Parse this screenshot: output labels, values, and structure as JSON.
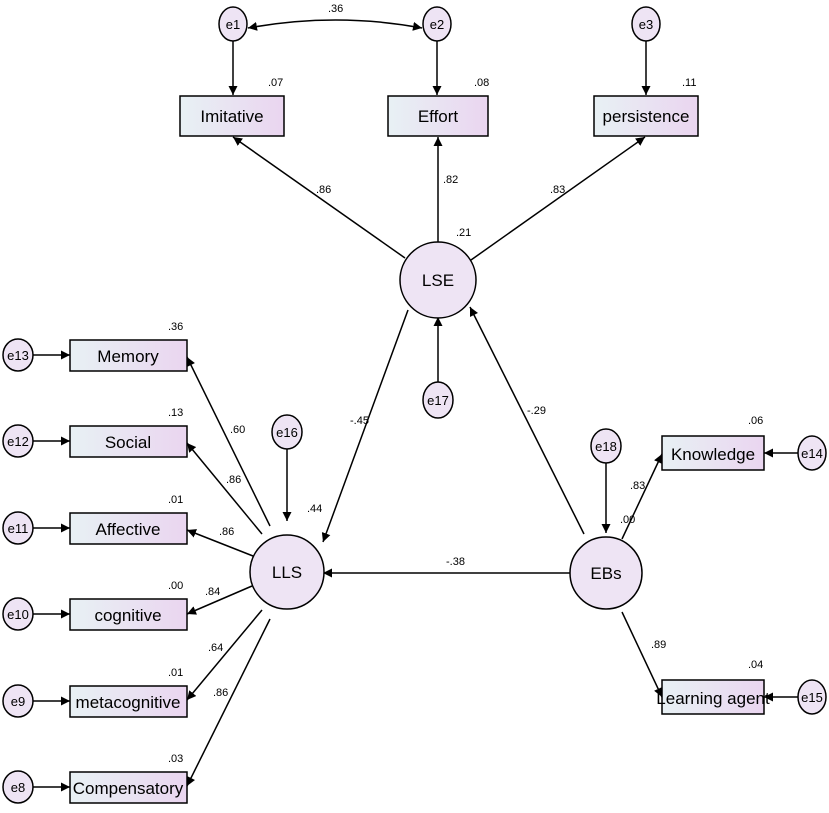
{
  "colors": {
    "box_fill_left": "#e8f1f4",
    "box_fill_right": "#ead5f0",
    "circle_fill": "#eee4f4",
    "stroke": "#000000"
  },
  "observed": {
    "imitative": {
      "label": "Imitative",
      "r2": ".07"
    },
    "effort": {
      "label": "Effort",
      "r2": ".08"
    },
    "persistence": {
      "label": "persistence",
      "r2": ".11"
    },
    "memory": {
      "label": "Memory",
      "r2": ".36"
    },
    "social": {
      "label": "Social",
      "r2": ".13"
    },
    "affective": {
      "label": "Affective",
      "r2": ".01"
    },
    "cognitive": {
      "label": "cognitive",
      "r2": ".00"
    },
    "metacognitive": {
      "label": "metacognitive",
      "r2": ".01"
    },
    "compensatory": {
      "label": "Compensatory",
      "r2": ".03"
    },
    "knowledge": {
      "label": "Knowledge",
      "r2": ".06"
    },
    "learning_agent": {
      "label": "Learning agent",
      "r2": ".04"
    }
  },
  "latent": {
    "lse": {
      "label": "LSE",
      "r2": ".21"
    },
    "lls": {
      "label": "LLS",
      "r2": ".44"
    },
    "ebs": {
      "label": "EBs",
      "r2": ".00"
    }
  },
  "errors": {
    "e1": "e1",
    "e2": "e2",
    "e3": "e3",
    "e8": "e8",
    "e9": "e9",
    "e10": "e10",
    "e11": "e11",
    "e12": "e12",
    "e13": "e13",
    "e14": "e14",
    "e15": "e15",
    "e16": "e16",
    "e17": "e17",
    "e18": "e18"
  },
  "paths": {
    "lse_imitative": ".86",
    "lse_effort": ".82",
    "lse_persistence": ".83",
    "lls_memory": ".60",
    "lls_social": ".86",
    "lls_affective": ".86",
    "lls_cognitive": ".84",
    "lls_metacognitive": ".64",
    "lls_compensatory": ".86",
    "ebs_knowledge": ".83",
    "ebs_learning_agent": ".89",
    "lse_lls": "-.45",
    "ebs_lse": "-.29",
    "ebs_lls": "-.38",
    "e1_e2_cov": ".36"
  }
}
